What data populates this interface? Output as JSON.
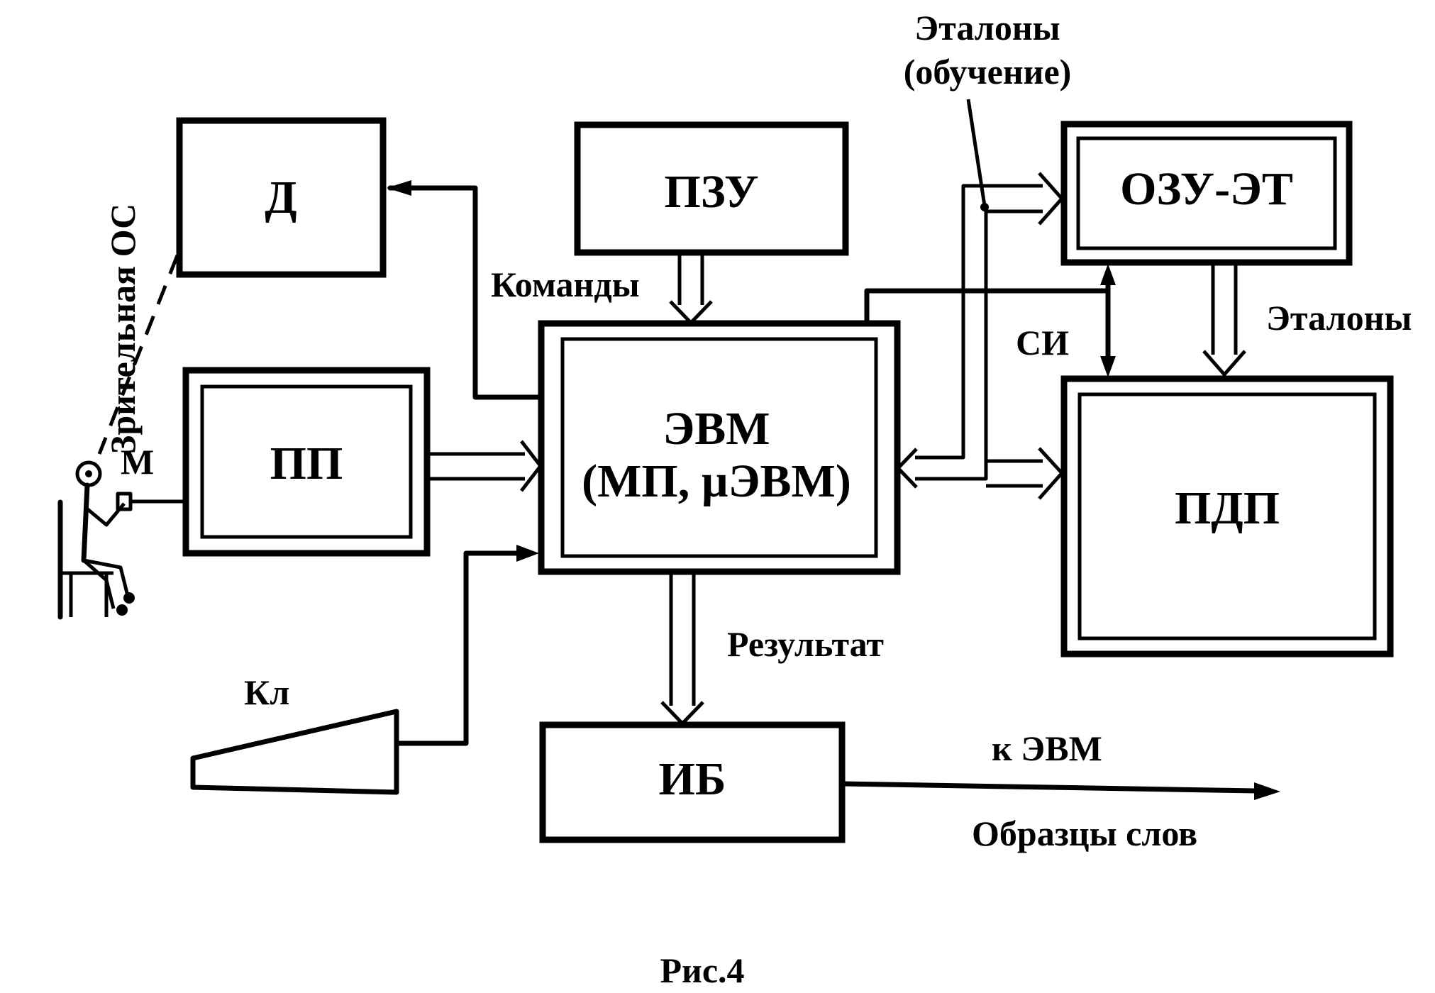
{
  "figure": {
    "caption": "Рис.4",
    "blocks": {
      "d": "Д",
      "pp": "ПП",
      "pzu": "ПЗУ",
      "evm_title": "ЭВМ",
      "evm_sub": "(МП, µЭВМ)",
      "ozu": "ОЗУ-ЭТ",
      "pdp": "ПДП",
      "ib": "ИБ"
    },
    "labels": {
      "visual_os": "Зрительная ОС",
      "m": "М",
      "kl": "Кл",
      "komandy": "Команды",
      "etalony_obuch_1": "Эталоны",
      "etalony_obuch_2": "(обучение)",
      "si": "СИ",
      "etalony": "Эталоны",
      "rezultat": "Результат",
      "k_evm": "к ЭВМ",
      "obrazcy": "Образцы слов"
    }
  }
}
